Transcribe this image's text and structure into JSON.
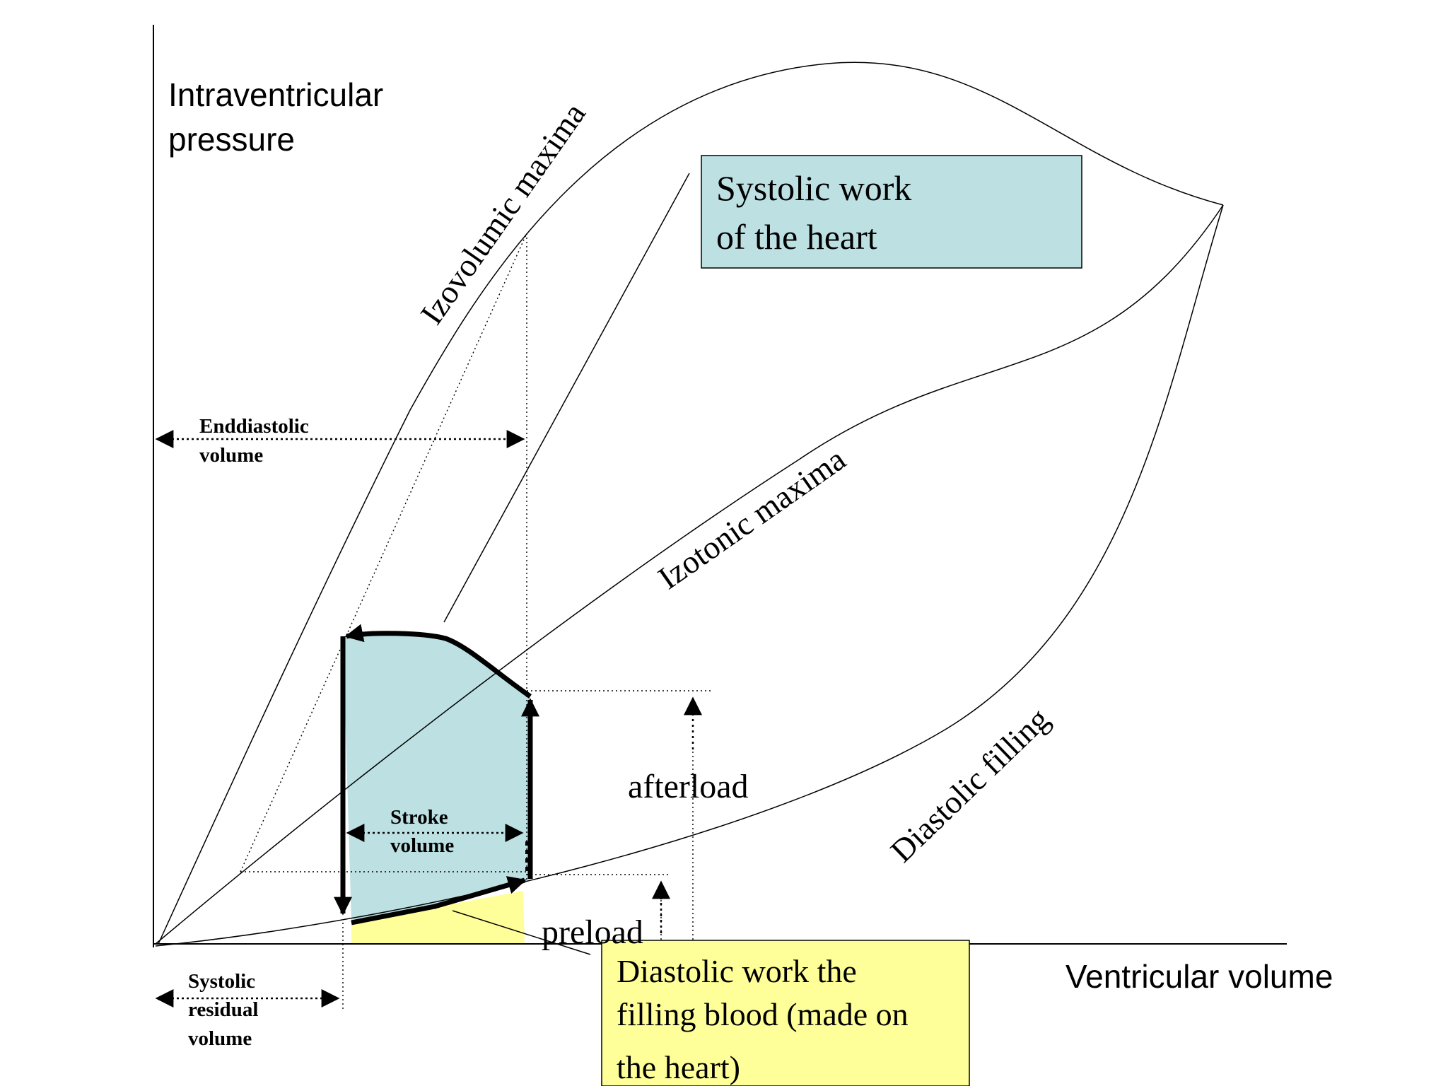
{
  "axes": {
    "y_label_line1": "Intraventricular",
    "y_label_line2": "pressure",
    "x_label": "Ventricular volume"
  },
  "curves": {
    "izovolumic": "Izovolumic maxima",
    "izotonic": "Izotonic maxima",
    "diastolic": "Diastolic filling"
  },
  "boxes": {
    "systolic_line1": "Systolic work",
    "systolic_line2": "of the heart",
    "diastolic_line1": "Diastolic work the",
    "diastolic_line2": "filling blood (made on",
    "diastolic_line3": "the heart)"
  },
  "labels": {
    "enddiastolic_line1": "Enddiastolic",
    "enddiastolic_line2": "volume",
    "stroke_line1": "Stroke",
    "stroke_line2": "volume",
    "residual_line1": "Systolic",
    "residual_line2": "residual",
    "residual_line3": "volume",
    "afterload": "afterload",
    "preload": "preload"
  },
  "colors": {
    "systolic_fill": "#bde0e3",
    "diastolic_fill": "#ffff99",
    "stroke": "#000000"
  }
}
